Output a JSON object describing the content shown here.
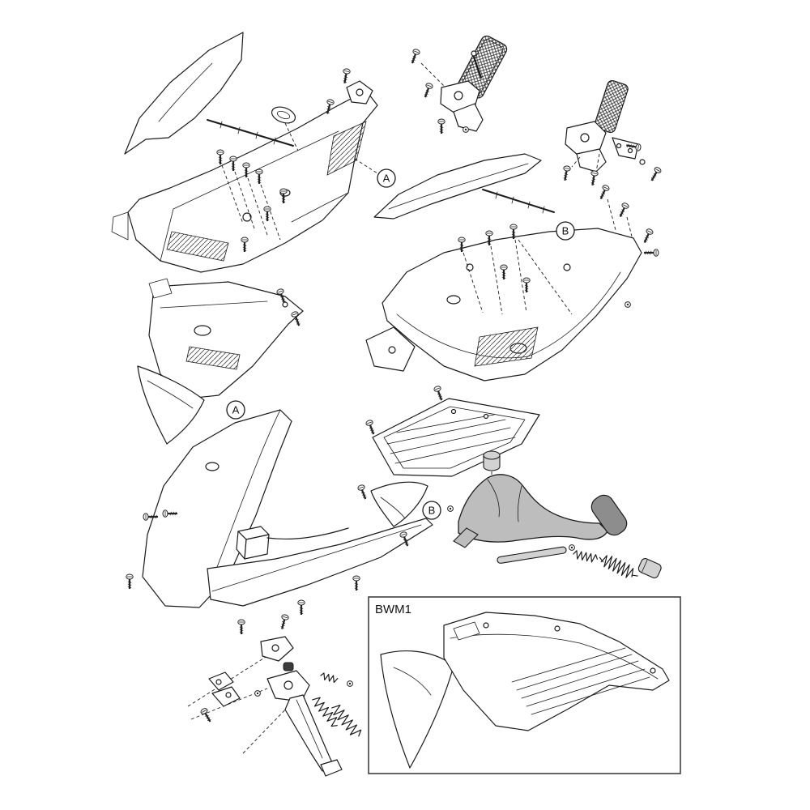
{
  "callouts": [
    {
      "id": "A"
    },
    {
      "id": "A"
    },
    {
      "id": "B"
    },
    {
      "id": "B"
    }
  ],
  "inset": {
    "label": "BWM1"
  },
  "colors": {
    "line": "#1b1b1b",
    "stand_fill": "#bdbdbd",
    "pedal_fill": "#8d8d8d",
    "metal_fill": "#d2d2d2",
    "cap_dark": "#3c3c3c",
    "background": "#ffffff"
  }
}
